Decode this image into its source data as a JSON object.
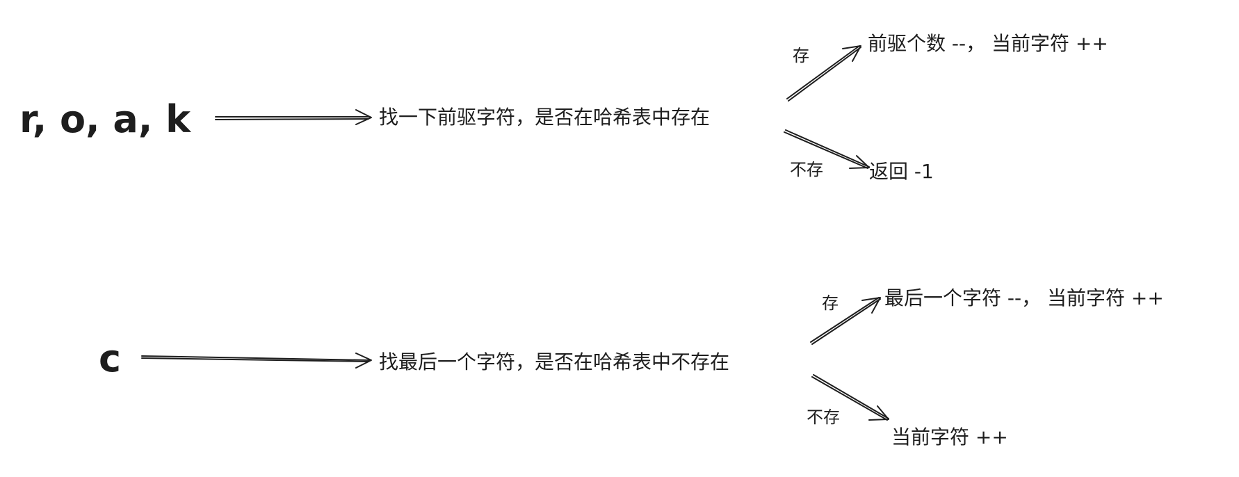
{
  "flows": [
    {
      "input": "r, o, a, k",
      "check": "找一下前驱字符，是否在哈希表中存在",
      "yes_label": "存",
      "yes_result": "前驱个数 --， 当前字符 ++",
      "no_label": "不存",
      "no_result": "返回 -1"
    },
    {
      "input": "c",
      "check": "找最后一个字符，是否在哈希表中不存在",
      "yes_label": "存",
      "yes_result": "最后一个字符 --， 当前字符 ++",
      "no_label": "不存",
      "no_result": "当前字符 ++"
    }
  ],
  "colors": {
    "ink": "#1e1e1e",
    "background": "#ffffff"
  }
}
